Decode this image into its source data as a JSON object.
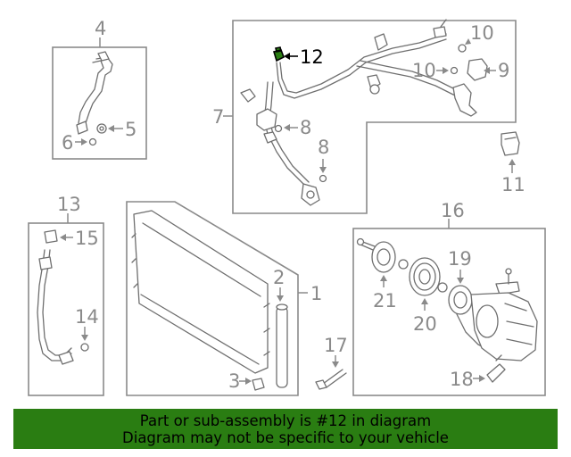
{
  "callouts": {
    "c1": "1",
    "c2": "2",
    "c3": "3",
    "c4": "4",
    "c5": "5",
    "c6": "6",
    "c7": "7",
    "c8a": "8",
    "c8b": "8",
    "c9": "9",
    "c10a": "10",
    "c10b": "10",
    "c11": "11",
    "c12": "12",
    "c13": "13",
    "c14": "14",
    "c15": "15",
    "c16": "16",
    "c17": "17",
    "c18": "18",
    "c19": "19",
    "c20": "20",
    "c21": "21"
  },
  "banner": {
    "line1": "Part or sub-assembly is #12 in diagram",
    "line2": "Diagram may not be specific to your vehicle",
    "color": "#2a7d12"
  },
  "colors": {
    "line": "#8a8a8a",
    "highlight": "#000000"
  }
}
